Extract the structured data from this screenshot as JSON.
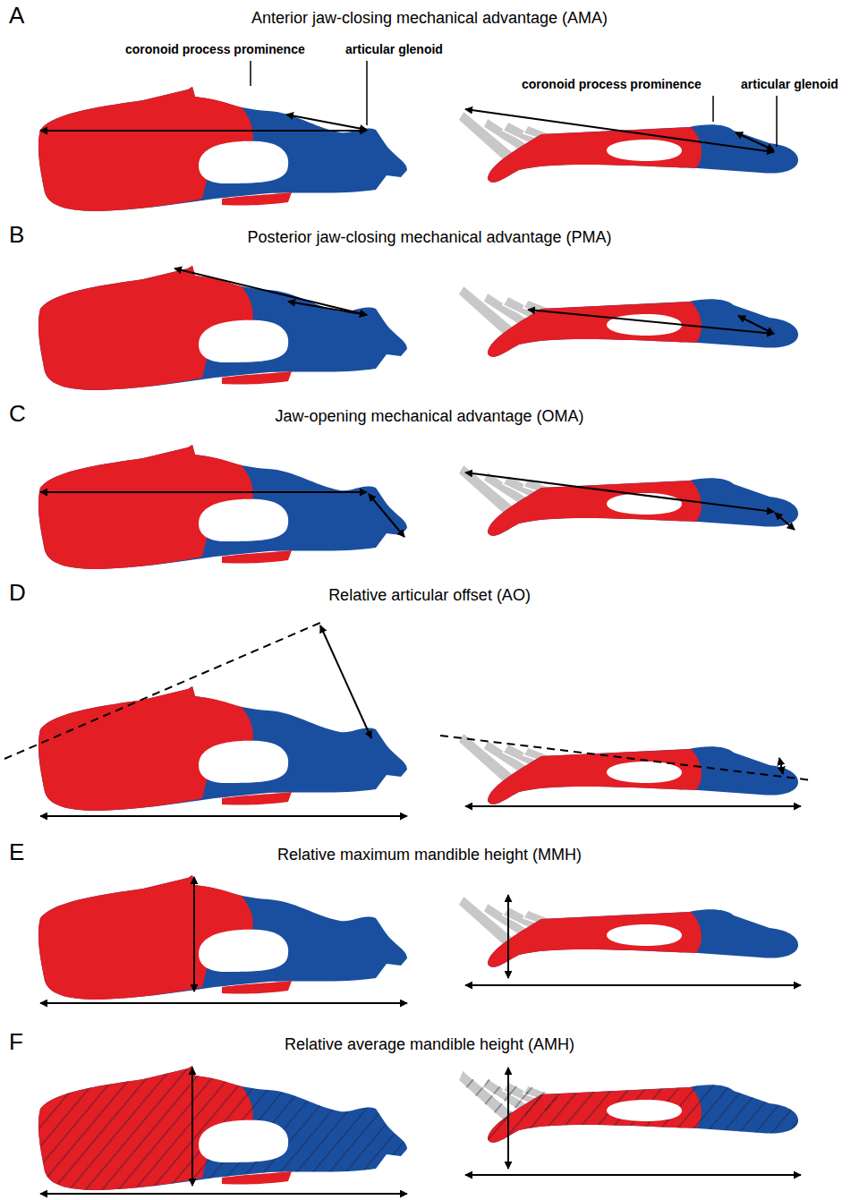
{
  "diagram": {
    "labels": [
      "A",
      "Anterior jaw-closing mechanical advantage (AMA)",
      "coronoid process prominence",
      "articular glenoid",
      "coronoid process prominence",
      "articular glenoid",
      "B",
      "Posterior jaw-closing mechanical advantage (PMA)",
      "C",
      "Jaw-opening mechanical advantage (OMA)",
      "D",
      "Relative articular offset (AO)",
      "E",
      "Relative maximum mandible height (MMH)",
      "F",
      "Relative average mandible height (AMH)"
    ]
  }
}
